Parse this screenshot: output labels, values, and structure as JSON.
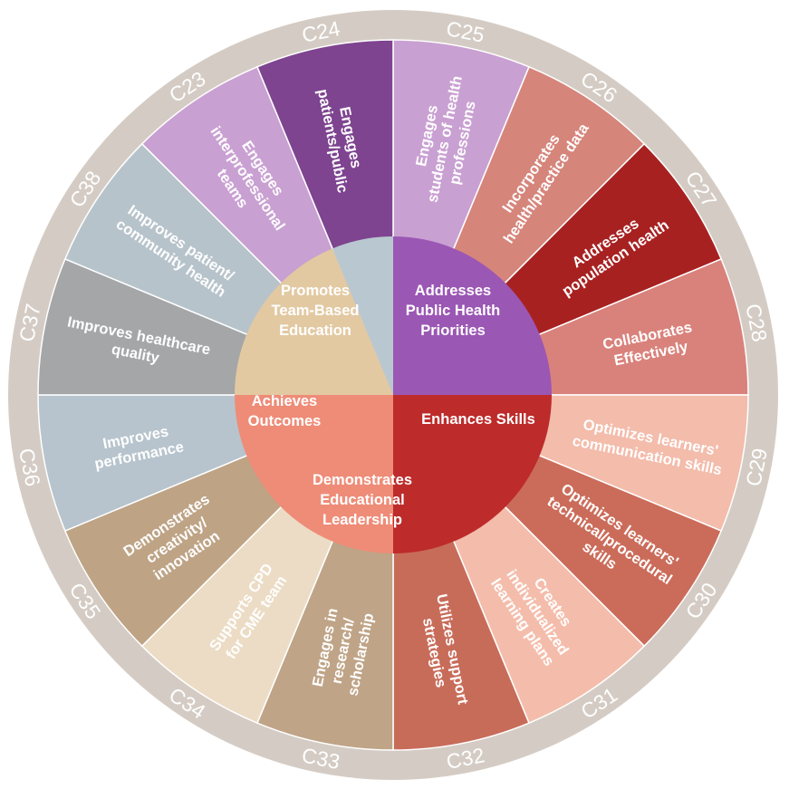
{
  "colors": {
    "ring": "#d4ccc4",
    "divider": "#ffffff"
  },
  "groups": [
    {
      "id": "team",
      "label_lines": [
        "Promotes",
        "Team-Based",
        "Education"
      ],
      "center_color": "#9b57b4",
      "start_deg": -90,
      "end_deg": 0
    },
    {
      "id": "public",
      "label_lines": [
        "Addresses",
        "Public Health",
        "Priorities"
      ],
      "center_color": "#bd2b2b",
      "start_deg": 0,
      "end_deg": 90
    },
    {
      "id": "skills",
      "label_lines": [
        "Enhances Skills"
      ],
      "center_color": "#ee8c78",
      "start_deg": 90,
      "end_deg": 180
    },
    {
      "id": "leadership",
      "label_lines": [
        "Demonstrates",
        "Educational",
        "Leadership"
      ],
      "center_color": "#e2c9a2",
      "start_deg": 180,
      "end_deg": 247.5
    },
    {
      "id": "outcomes",
      "label_lines": [
        "Achieves",
        "Outcomes"
      ],
      "center_color": "#b9c7d0",
      "start_deg": 247.5,
      "end_deg": 270
    }
  ],
  "segments": [
    {
      "code": "C25",
      "group": "team",
      "color": "#c9a0d2",
      "label_lines": [
        "Engages",
        "students of health",
        "professions"
      ]
    },
    {
      "code": "C26",
      "group": "public",
      "color": "#d6857b",
      "label_lines": [
        "Incorporates",
        "health/practice data"
      ]
    },
    {
      "code": "C27",
      "group": "public",
      "color": "#a82121",
      "label_lines": [
        "Addresses",
        "population health"
      ]
    },
    {
      "code": "C28",
      "group": "public",
      "color": "#d9827b",
      "label_lines": [
        "Collaborates",
        "Effectively"
      ]
    },
    {
      "code": "C29",
      "group": "skills",
      "color": "#f3bcab",
      "label_lines": [
        "Optimizes learners'",
        "communication skills"
      ]
    },
    {
      "code": "C30",
      "group": "skills",
      "color": "#cb6c5a",
      "label_lines": [
        "Optimizes learners'",
        "technical/procedural",
        "skills"
      ]
    },
    {
      "code": "C31",
      "group": "skills",
      "color": "#f4bdab",
      "label_lines": [
        "Creates",
        "individualized",
        "learning plans"
      ]
    },
    {
      "code": "C32",
      "group": "skills",
      "color": "#c86c5a",
      "label_lines": [
        "Utilizes support",
        "strategies"
      ]
    },
    {
      "code": "C33",
      "group": "leadership",
      "color": "#bfa487",
      "label_lines": [
        "Engages in",
        "research/",
        "scholarship"
      ]
    },
    {
      "code": "C34",
      "group": "leadership",
      "color": "#ecdcc5",
      "label_lines": [
        "Supports CPD",
        "for CME team"
      ]
    },
    {
      "code": "C35",
      "group": "leadership",
      "color": "#bea385",
      "label_lines": [
        "Demonstrates",
        "creativity/",
        "innovation"
      ]
    },
    {
      "code": "C36",
      "group": "outcomes",
      "color": "#b7c4cd",
      "label_lines": [
        "Improves",
        "performance"
      ]
    },
    {
      "code": "C37",
      "group": "outcomes",
      "color": "#a4a6a8",
      "label_lines": [
        "Improves healthcare",
        "quality"
      ]
    },
    {
      "code": "C38",
      "group": "outcomes",
      "color": "#b7c3cb",
      "label_lines": [
        "Improves patient/",
        "community health"
      ]
    },
    {
      "code": "C23",
      "group": "team",
      "color": "#c9a0d2",
      "label_lines": [
        "Engages",
        "interprofessional",
        "teams"
      ]
    },
    {
      "code": "C24",
      "group": "team",
      "color": "#7e4490",
      "label_lines": [
        "Engages",
        "patients/public"
      ]
    }
  ]
}
